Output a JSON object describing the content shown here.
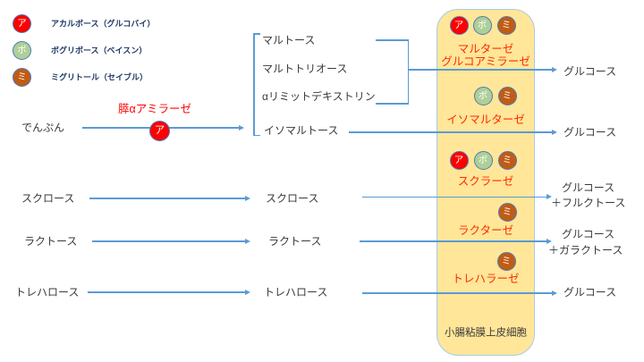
{
  "title": "二糖類分解と糖質吸収阻害薬の作用点の図",
  "colors": {
    "arrow_line": "#5b9bd5",
    "box_fill": "#ffe699",
    "box_border": "#a9cbe8",
    "enzyme_text": "#ff2a00",
    "pancreatic_enzyme_text": "#ff0000",
    "legend_text": "#1f3864",
    "body_text": "#3a3a3a",
    "badge_acarbose": "#fe0000",
    "badge_voglibose": "#aecf96",
    "badge_miglitol": "#c05c14",
    "badge_border": "#4d79bd"
  },
  "legend": {
    "items": [
      {
        "letter": "ア",
        "label": "アカルボース（グルコバイ）"
      },
      {
        "letter": "ボ",
        "label": "ボグリボース（ベイスン）"
      },
      {
        "letter": "ミ",
        "label": "ミグリトール（セイブル）"
      }
    ]
  },
  "left_column": [
    "でんぷん",
    "スクロース",
    "ラクトース",
    "トレハロース"
  ],
  "pancreatic": {
    "enzyme": "膵αアミラーゼ",
    "inhibitor": "ア"
  },
  "middle_column": [
    "マルトース",
    "マルトトリオース",
    "αリミットデキストリン",
    "イソマルトース",
    "スクロース",
    "ラクトース",
    "トレハロース"
  ],
  "brush_border": {
    "cell_label": "小腸粘膜上皮細胞",
    "enzymes": [
      {
        "line1": "マルターゼ",
        "line2": "グルコアミラーゼ",
        "inhibitors": [
          "ア",
          "ボ",
          "ミ"
        ]
      },
      {
        "line1": "イソマルターゼ",
        "inhibitors": [
          "ボ",
          "ミ"
        ]
      },
      {
        "line1": "スクラーゼ",
        "inhibitors": [
          "ア",
          "ボ",
          "ミ"
        ]
      },
      {
        "line1": "ラクターゼ",
        "inhibitors": [
          "ミ"
        ]
      },
      {
        "line1": "トレハラーゼ",
        "inhibitors": [
          "ミ"
        ]
      }
    ]
  },
  "products": [
    {
      "line1": "グルコース"
    },
    {
      "line1": "グルコース"
    },
    {
      "line1": "グルコース",
      "line2": "＋フルクトース"
    },
    {
      "line1": "グルコース",
      "line2": "＋ガラクトース"
    },
    {
      "line1": "グルコース"
    }
  ]
}
